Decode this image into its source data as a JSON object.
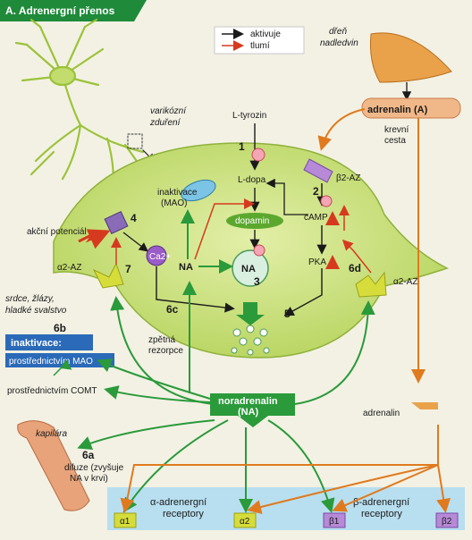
{
  "title": "A. Adrenergní přenos",
  "legend": {
    "activates": "aktivuje",
    "inhibits": "tlumí"
  },
  "labels": {
    "varicosity_1": "varikózní",
    "varicosity_2": "zduření",
    "adrenal_1": "dřeň",
    "adrenal_2": "nadledvin",
    "adrenalin_a": "adrenalin (A)",
    "blood_1": "krevní",
    "blood_2": "cesta",
    "ltyrosine": "L-tyrozin",
    "ldopa": "L-dopa",
    "dopamine": "dopamin",
    "inact_mao_1": "inaktivace",
    "inact_mao_2": "(MAO)",
    "camp": "cAMP",
    "pka": "PKA",
    "b2az": "β2-AZ",
    "ap": "akční potenciál",
    "ca": "Ca2+",
    "na": "NA",
    "a2az_left": "α2-AZ",
    "a2az_right": "α2-AZ",
    "heart_1": "srdce, žlázy,",
    "heart_2": "hladké svalstvo",
    "inactivation": "inaktivace:",
    "via_mao": "prostřednictvím MAO",
    "via_comt": "prostřednictvím COMT",
    "reuptake_1": "zpětná",
    "reuptake_2": "rezorpce",
    "noradrenalin_1": "noradrenalin",
    "noradrenalin_2": "(NA)",
    "capillary": "kapilára",
    "diffusion_1": "difuze (zvyšuje",
    "diffusion_2": "NA v krvi)",
    "adrenalin": "adrenalin",
    "alpha_rec_1": "α-adrenergní",
    "alpha_rec_2": "receptory",
    "beta_rec_1": "β-adrenergní",
    "beta_rec_2": "receptory",
    "alpha1": "α1",
    "alpha2": "α2",
    "beta1": "β1",
    "beta2": "β2"
  },
  "steps": [
    "1",
    "2",
    "3",
    "4",
    "5",
    "6a",
    "6b",
    "6c",
    "6d",
    "7"
  ],
  "colors": {
    "background": "#f3f1e4",
    "title_bar": "#1e8a3a",
    "activate_arrow": "#2a9a3a",
    "inhibit_arrow": "#d63a1e",
    "neuron": "#c2dc6e",
    "receptor_panel": "#b8dff0",
    "receptor_alpha": "#d6dd3a",
    "receptor_beta": "#b68ad6",
    "adrenal": "#e9a24a"
  }
}
